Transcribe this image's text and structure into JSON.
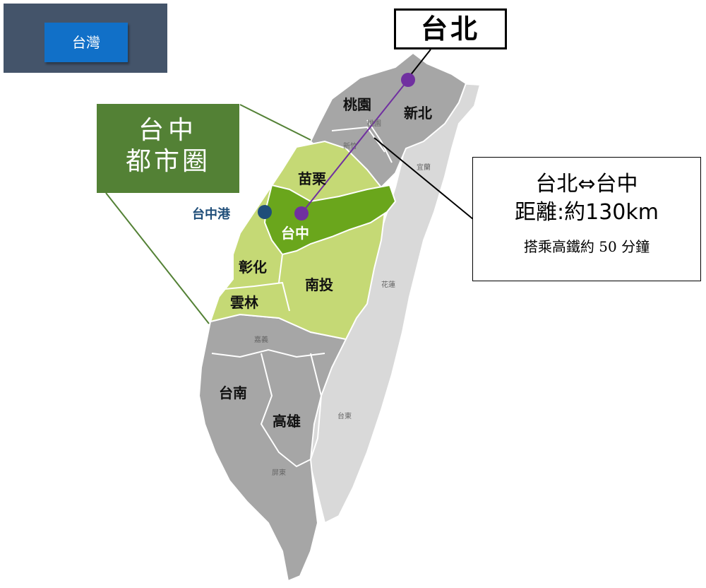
{
  "banner": {
    "button_label": "台灣"
  },
  "callouts": {
    "taipei": "台北",
    "taichung_area_line1": "台中",
    "taichung_area_line2": "都市圈",
    "distance_title": "台北⇔台中",
    "distance_value": "距離:約130km",
    "travel_time": "搭乘高鐵約 50 分鐘"
  },
  "regions": {
    "taoyuan": "桃園",
    "new_taipei": "新北",
    "miaoli": "苗栗",
    "taichung": "台中",
    "changhua": "彰化",
    "nantou": "南投",
    "yunlin": "雲林",
    "tainan": "台南",
    "kaohsiung": "高雄"
  },
  "small_labels": {
    "taoyuan": "桃園",
    "hsinchu": "新竹",
    "yilan": "宜蘭",
    "hualien": "花蓮",
    "chiayi": "嘉義",
    "taitung": "台東",
    "pingtung": "屏東"
  },
  "markers": {
    "port": "台中港"
  },
  "colors": {
    "banner": "#44546a",
    "button": "#1170c8",
    "taichung_fill": "#6aa61c",
    "central_fill": "#c5d975",
    "county_gray": "#a6a6a6",
    "east_gray": "#d9d9d9",
    "route": "#7030a0",
    "port_dot": "#1f4e79",
    "callout_green": "#538135"
  }
}
